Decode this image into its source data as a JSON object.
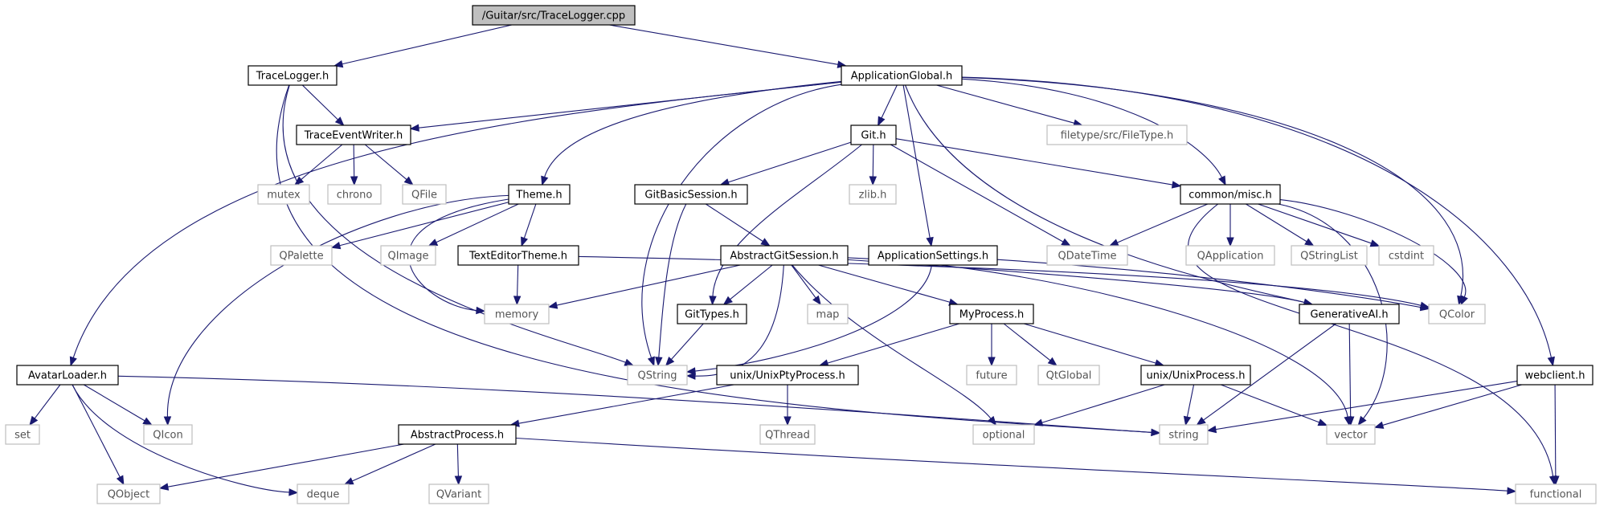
{
  "colors": {
    "edge": "#191970",
    "node_border": "#000000",
    "external_border": "#bfbfbf",
    "root_fill": "#bfbfbf",
    "background": "#ffffff"
  },
  "nodes": {
    "root": "/Guitar/src/TraceLogger.cpp",
    "tracelogger_h": "TraceLogger.h",
    "applicationglobal_h": "ApplicationGlobal.h",
    "traceeventwriter_h": "TraceEventWriter.h",
    "git_h": "Git.h",
    "filetype_h": "filetype/src/FileType.h",
    "mutex": "mutex",
    "chrono": "chrono",
    "qfile": "QFile",
    "theme_h": "Theme.h",
    "gitbasicsession_h": "GitBasicSession.h",
    "zlib_h": "zlib.h",
    "common_misc_h": "common/misc.h",
    "qpalette": "QPalette",
    "qimage": "QImage",
    "texteditortheme_h": "TextEditorTheme.h",
    "abstractgitsession_h": "AbstractGitSession.h",
    "applicationsettings_h": "ApplicationSettings.h",
    "qdatetime": "QDateTime",
    "qapplication": "QApplication",
    "qstringlist": "QStringList",
    "cstdint": "cstdint",
    "memory": "memory",
    "gittypes_h": "GitTypes.h",
    "map": "map",
    "myprocess_h": "MyProcess.h",
    "generativeai_h": "GenerativeAI.h",
    "qcolor": "QColor",
    "avatarloader_h": "AvatarLoader.h",
    "qstring": "QString",
    "unixptyprocess_h": "unix/UnixPtyProcess.h",
    "future": "future",
    "qtglobal": "QtGlobal",
    "unixprocess_h": "unix/UnixProcess.h",
    "webclient_h": "webclient.h",
    "set": "set",
    "qicon": "QIcon",
    "abstractprocess_h": "AbstractProcess.h",
    "qthread": "QThread",
    "optional": "optional",
    "string": "string",
    "vector": "vector",
    "qobject": "QObject",
    "deque": "deque",
    "qvariant": "QVariant",
    "functional": "functional"
  }
}
